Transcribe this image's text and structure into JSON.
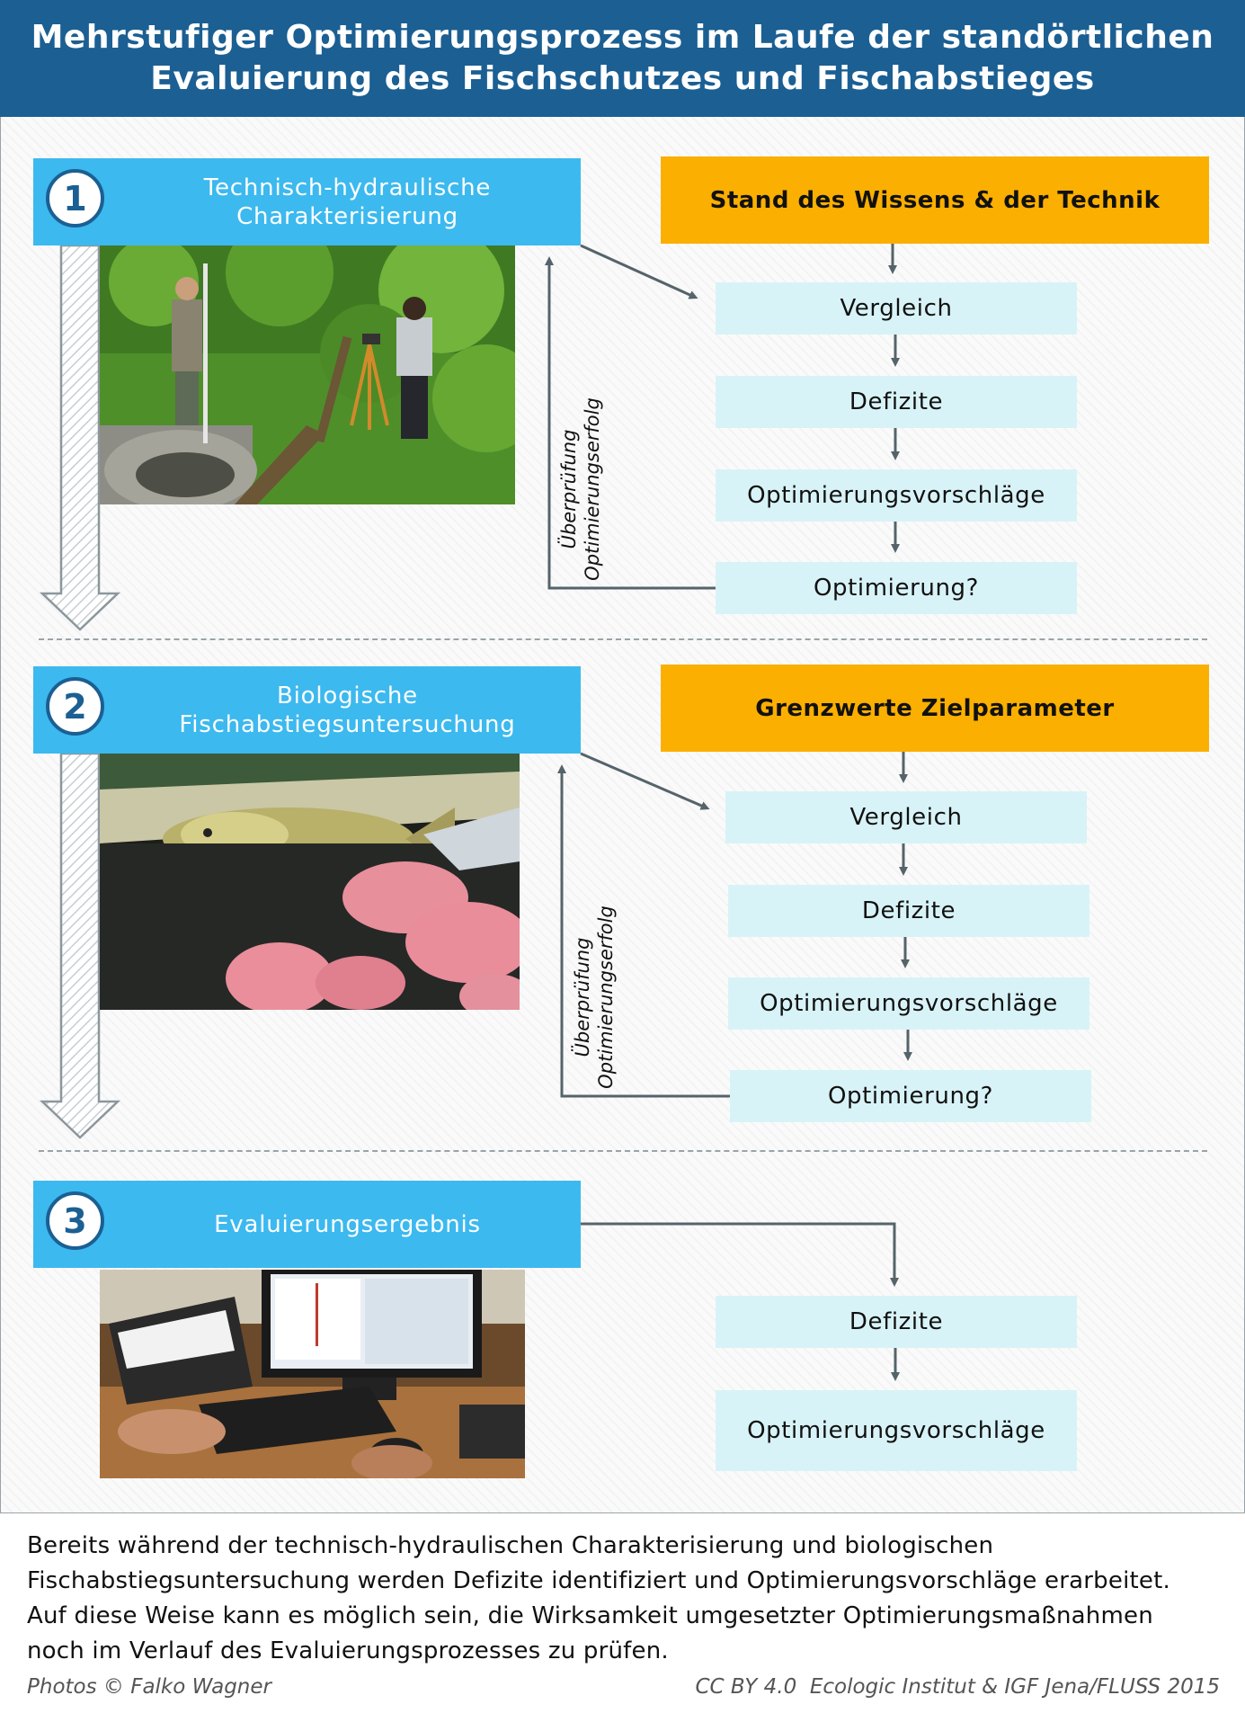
{
  "header": {
    "line1": "Mehrstufiger Optimierungsprozess im Laufe der standörtlichen",
    "line2": "Evaluierung des Fischschutzes und Fischabstieges"
  },
  "stage1": {
    "number": "1",
    "title_line1": "Technisch-hydraulische",
    "title_line2": "Charakterisierung",
    "reference": "Stand des Wissens & der Technik",
    "steps": [
      "Vergleich",
      "Defizite",
      "Optimierungsvorschläge",
      "Optimierung?"
    ],
    "feedback_line1": "Überprüfung",
    "feedback_line2": "Optimierungserfolg"
  },
  "stage2": {
    "number": "2",
    "title_line1": "Biologische",
    "title_line2": "Fischabstiegsuntersuchung",
    "reference": "Grenzwerte Zielparameter",
    "steps": [
      "Vergleich",
      "Defizite",
      "Optimierungsvorschläge",
      "Optimierung?"
    ],
    "feedback_line1": "Überprüfung",
    "feedback_line2": "Optimierungserfolg"
  },
  "stage3": {
    "number": "3",
    "title": "Evaluierungsergebnis",
    "steps": [
      "Defizite",
      "Optimierungsvorschläge"
    ]
  },
  "footer": {
    "line1": "Bereits während der technisch-hydraulischen Charakterisierung und biologischen",
    "line2": "Fischabstiegsuntersuchung werden Defizite identifiziert und Optimierungsvorschläge erarbeitet.",
    "line3": "Auf diese Weise kann es möglich sein, die Wirksamkeit umgesetzter Optimierungsmaßnahmen",
    "line4": "noch im Verlauf des Evaluierungsprozesses zu prüfen.",
    "photo_credit": "Photos © Falko Wagner",
    "license": "CC BY 4.0  Ecologic Institut & IGF Jena/FLUSS 2015"
  },
  "colors": {
    "header_blue": "#1b5f93",
    "stage_blue": "#3cb9ef",
    "orange": "#fbaf00",
    "box_light": "#d8f3f7",
    "arrow_gray": "#55646a"
  }
}
